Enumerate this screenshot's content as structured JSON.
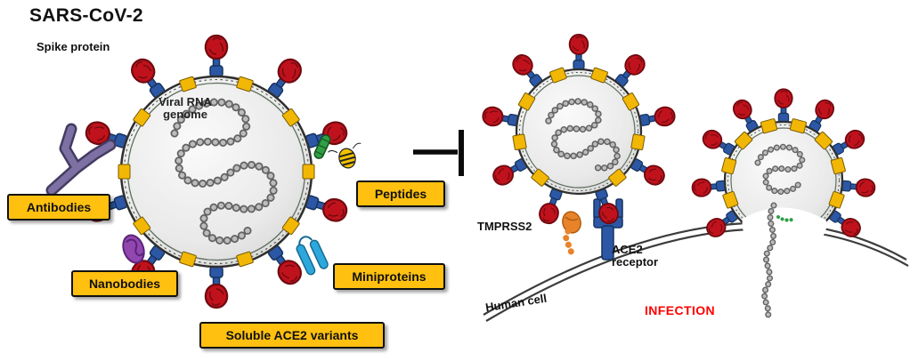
{
  "title": "SARS-CoV-2",
  "virus_labels": {
    "spike_protein": "Spike protein",
    "rna_line1": "Viral RNA",
    "rna_line2": "genome"
  },
  "inhibitor_labels": {
    "antibodies": "Antibodies",
    "nanobodies": "Nanobodies",
    "soluble_ace2_variants": "Soluble ACE2 variants",
    "miniproteins": "Miniproteins",
    "peptides": "Peptides"
  },
  "cell_labels": {
    "tmprss2": "TMPRSS2",
    "ace2_line1": "ACE2",
    "ace2_line2": "receptor",
    "human_cell": "Human cell",
    "infection": "INFECTION"
  },
  "colors": {
    "spike_head_red": "#c0121c",
    "spike_stem_blue": "#2b57a5",
    "membrane_protein_yellow": "#f2b705",
    "label_box_yellow": "#ffc010",
    "antibody_purple": "#7d71a3",
    "nanobody_purple": "#9146b0",
    "miniprotein_blue": "#2da7dc",
    "peptide_green": "#2f9e44",
    "tmprss2_orange": "#e8832a",
    "ace2_blue": "#2b57a5",
    "infection_red": "#ff0000",
    "rna_gray": "#9a9a9a"
  }
}
